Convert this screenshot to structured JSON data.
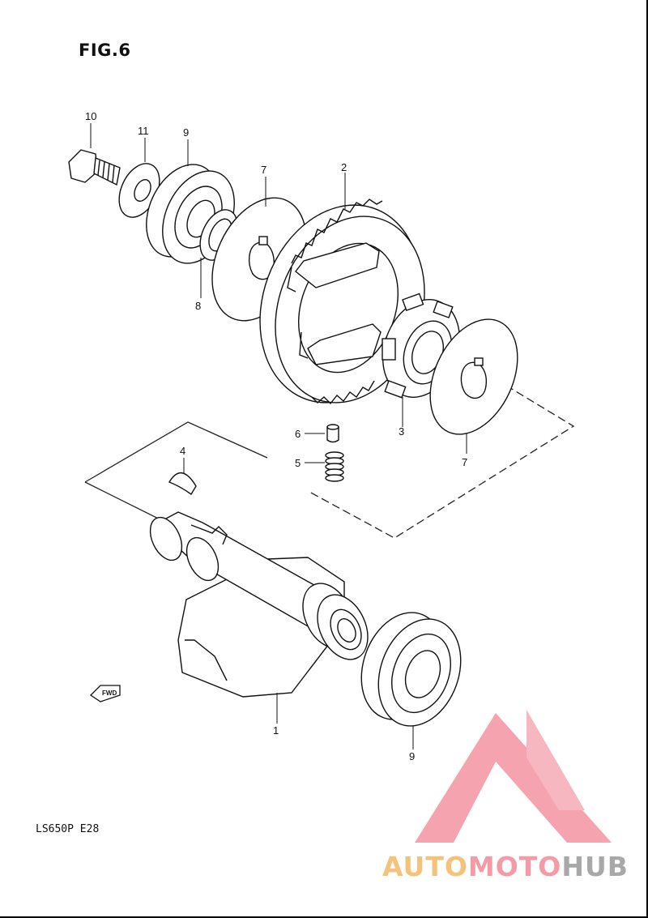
{
  "figure": {
    "title": "FIG.6",
    "model_code": "LS650P  E28"
  },
  "direction_arrow": {
    "label": "FWD",
    "icon": "forward-arrow-icon"
  },
  "callouts": {
    "bolt": "10",
    "washer": "11",
    "bearing_upper": "9",
    "oil_seal": "8",
    "shim_upper": "7",
    "balancer_gear": "2",
    "damper": "3",
    "shim_lower": "7",
    "pin": "6",
    "spring": "5",
    "key": "4",
    "balancer_shaft": "1",
    "bearing_lower": "9"
  },
  "watermark": {
    "text_auto": "AUTO",
    "text_moto": "MOTO",
    "text_hub": "HUB",
    "colors": {
      "auto": "#f4c27a",
      "moto": "#f59aa6",
      "hub": "#a8a8a8",
      "logo": "#f59aa6"
    }
  }
}
